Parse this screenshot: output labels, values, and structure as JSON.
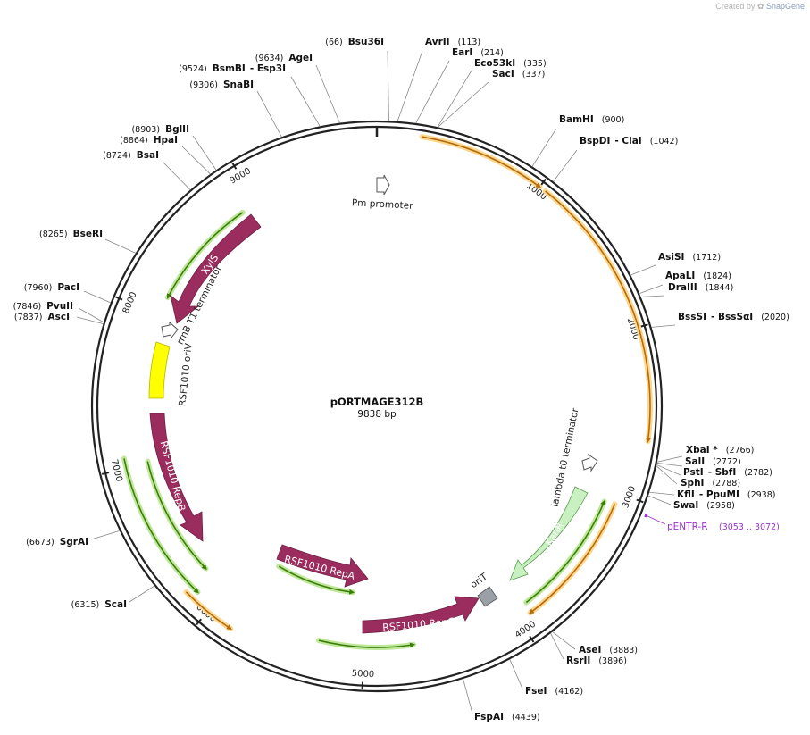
{
  "credit": {
    "prefix": "Created by",
    "brand": "SnapGene",
    "icon": "snapgene-logo-icon"
  },
  "plasmid": {
    "name": "pORTMAGE312B",
    "size_label": "9838 bp",
    "total_bp": 9838
  },
  "colors": {
    "backbone": "#222222",
    "magenta_feature": "#9b2d5e",
    "yellow_feature": "#ffff00",
    "green_arrow": "#3c7d0a",
    "green_glow": "#bfe89a",
    "orange_arrow": "#b26b0e",
    "orange_glow": "#ffd890",
    "kanr_fill": "#c8f0c0",
    "oriT_fill": "#9aa0a8",
    "primer": "#9933cc"
  },
  "ticks": [
    {
      "bp": 1000,
      "label": "1000"
    },
    {
      "bp": 2000,
      "label": "2000"
    },
    {
      "bp": 3000,
      "label": "3000"
    },
    {
      "bp": 4000,
      "label": "4000"
    },
    {
      "bp": 5000,
      "label": "5000"
    },
    {
      "bp": 6000,
      "label": "6000"
    },
    {
      "bp": 7000,
      "label": "7000"
    },
    {
      "bp": 8000,
      "label": "8000"
    },
    {
      "bp": 9000,
      "label": "9000"
    }
  ],
  "enzymes": [
    {
      "name": "Bsu36I",
      "pos": "(66)",
      "bp": 66
    },
    {
      "name": "AvrII",
      "pos": "(113)",
      "bp": 113
    },
    {
      "name": "EarI",
      "pos": "(214)",
      "bp": 214
    },
    {
      "name": "Eco53kI",
      "pos": "(335)",
      "bp": 335
    },
    {
      "name": "SacI",
      "pos": "(337)",
      "bp": 337
    },
    {
      "name": "BamHI",
      "pos": "(900)",
      "bp": 900
    },
    {
      "name": "BspDI",
      "name2": "- ClaI",
      "pos": "(1042)",
      "bp": 1042
    },
    {
      "name": "AsiSI",
      "pos": "(1712)",
      "bp": 1712
    },
    {
      "name": "ApaLI",
      "pos": "(1824)",
      "bp": 1824
    },
    {
      "name": "DraIII",
      "pos": "(1844)",
      "bp": 1844
    },
    {
      "name": "BssSI",
      "name2": "- BssSαI",
      "pos": "(2020)",
      "bp": 2020
    },
    {
      "name": "XbaI *",
      "pos": "(2766)",
      "bp": 2766
    },
    {
      "name": "SalI",
      "pos": "(2772)",
      "bp": 2772
    },
    {
      "name": "PstI",
      "name2": "- SbfI",
      "pos": "(2782)",
      "bp": 2782
    },
    {
      "name": "SphI",
      "pos": "(2788)",
      "bp": 2788
    },
    {
      "name": "KflI",
      "name2": "- PpuMI",
      "pos": "(2938)",
      "bp": 2938
    },
    {
      "name": "SwaI",
      "pos": "(2958)",
      "bp": 2958
    },
    {
      "name": "AseI",
      "pos": "(3883)",
      "bp": 3883
    },
    {
      "name": "RsrII",
      "pos": "(3896)",
      "bp": 3896
    },
    {
      "name": "FseI",
      "pos": "(4162)",
      "bp": 4162
    },
    {
      "name": "FspAI",
      "pos": "(4439)",
      "bp": 4439
    },
    {
      "name": "ScaI",
      "pos": "(6315)",
      "bp": 6315
    },
    {
      "name": "SgrAI",
      "pos": "(6673)",
      "bp": 6673
    },
    {
      "name": "AscI",
      "pos": "(7837)",
      "bp": 7837
    },
    {
      "name": "PvuII",
      "pos": "(7846)",
      "bp": 7846
    },
    {
      "name": "PacI",
      "pos": "(7960)",
      "bp": 7960
    },
    {
      "name": "BseRI",
      "pos": "(8265)",
      "bp": 8265
    },
    {
      "name": "BsaI",
      "pos": "(8724)",
      "bp": 8724
    },
    {
      "name": "HpaI",
      "pos": "(8864)",
      "bp": 8864
    },
    {
      "name": "BglII",
      "pos": "(8903)",
      "bp": 8903
    },
    {
      "name": "SnaBI",
      "pos": "(9306)",
      "bp": 9306
    },
    {
      "name": "BsmBI",
      "name2": "- Esp3I",
      "pos": "(9524)",
      "bp": 9524
    },
    {
      "name": "AgeI",
      "pos": "(9634)",
      "bp": 9634
    }
  ],
  "primer": {
    "name": "pENTR-R",
    "pos": "(3053 .. 3072)",
    "start": 3053,
    "end": 3072
  },
  "features": {
    "pm_promoter": "Pm promoter",
    "xyls": "XylS",
    "rrnb": "rrnB T1 terminator",
    "rsf_oriv": "RSF1010 oriV",
    "repb": "RSF1010 RepB",
    "repa": "RSF1010 RepA",
    "repc": "RSF1010 RepC",
    "orit": "oriT",
    "kanr": "KanR",
    "lambda": "lambda t0 terminator"
  }
}
